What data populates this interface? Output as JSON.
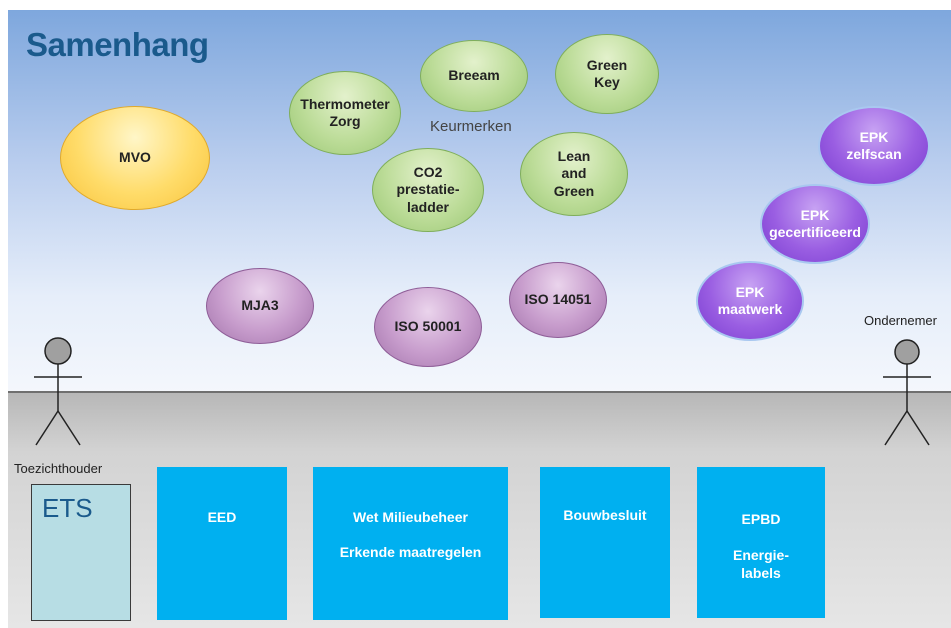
{
  "title": "Samenhang",
  "keurmerken_label": "Keurmerken",
  "ellipses": {
    "mvo": "MVO",
    "thermometer_zorg": [
      "Thermometer",
      "Zorg"
    ],
    "breeam": "Breeam",
    "green_key": [
      "Green",
      "Key"
    ],
    "co2": [
      "CO2",
      "prestatie-",
      "ladder"
    ],
    "lean_green": [
      "Lean",
      "and",
      "Green"
    ],
    "mja3": "MJA3",
    "iso50001": "ISO 50001",
    "iso14051": "ISO 14051",
    "epk_zelfscan": [
      "EPK",
      "zelfscan"
    ],
    "epk_gecertificeerd": [
      "EPK",
      "gecertificeerd"
    ],
    "epk_maatwerk": [
      "EPK",
      "maatwerk"
    ]
  },
  "actors": {
    "left": "Toezichthouder",
    "right": "Ondernemer"
  },
  "boxes": {
    "ets": "ETS",
    "eed": "EED",
    "wet_line1": "Wet Milieubeheer",
    "wet_line2": "Erkende maatregelen",
    "bouwbesluit": "Bouwbesluit",
    "epbd_line1": "EPBD",
    "epbd_line2": [
      "Energie-",
      "labels"
    ]
  },
  "colors": {
    "title": "#1a5a8c",
    "box_blue": "#00b0f0",
    "ets_fill": "#b7dde4",
    "green": "#bcdc98",
    "yellow": "#ffdc6a",
    "mauve": "#c79ccc",
    "purple": "#9a5ee2"
  }
}
